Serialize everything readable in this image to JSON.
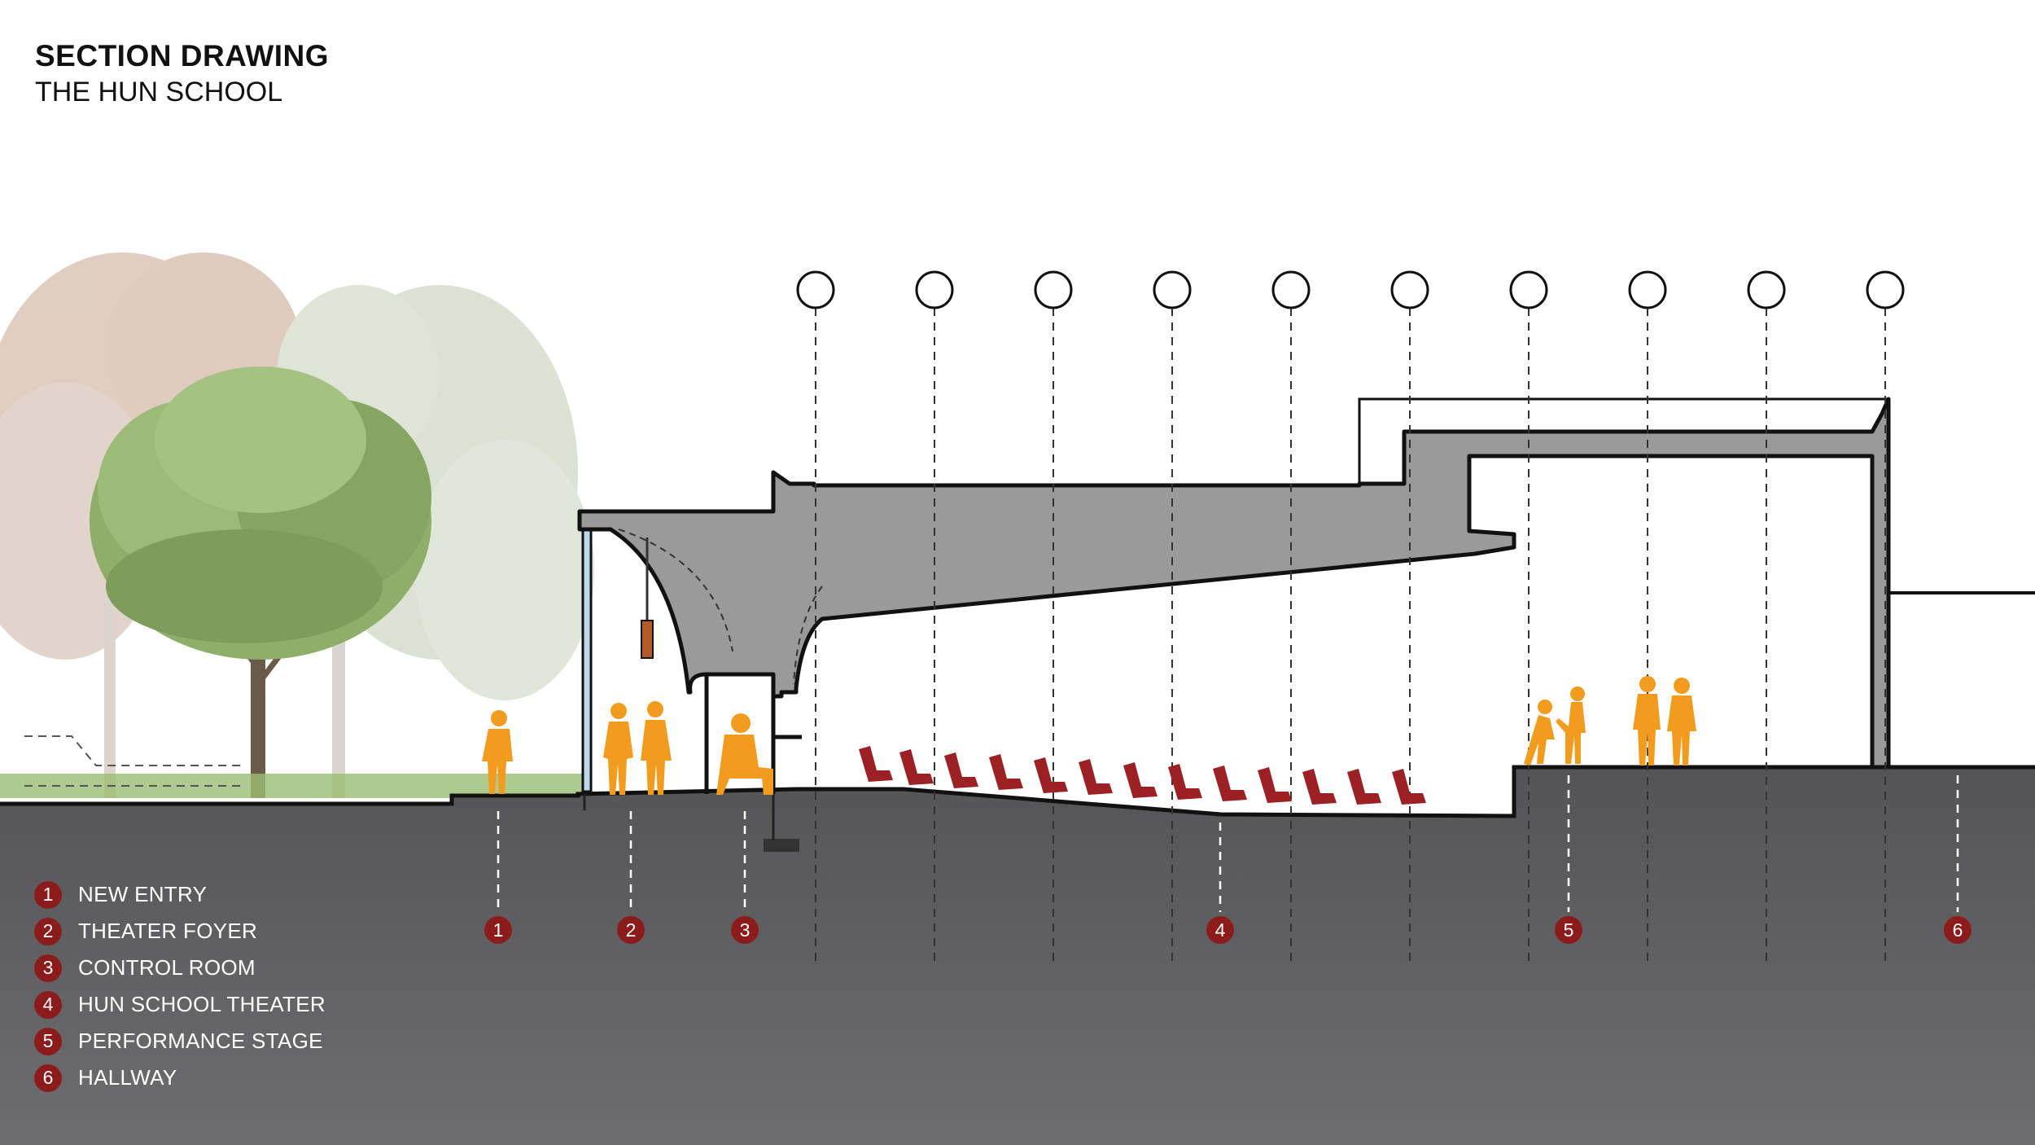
{
  "header": {
    "title": "SECTION DRAWING",
    "subtitle": "THE HUN SCHOOL"
  },
  "legend": {
    "items": [
      {
        "number": "1",
        "label": "NEW ENTRY"
      },
      {
        "number": "2",
        "label": "THEATER FOYER"
      },
      {
        "number": "3",
        "label": "CONTROL ROOM"
      },
      {
        "number": "4",
        "label": "HUN SCHOOL THEATER"
      },
      {
        "number": "5",
        "label": "PERFORMANCE STAGE"
      },
      {
        "number": "6",
        "label": "HALLWAY"
      }
    ]
  },
  "markers": [
    "1",
    "2",
    "3",
    "4",
    "5",
    "6"
  ],
  "colors": {
    "ground": "#5f5f61",
    "structure": "#9a9a9a",
    "marker": "#8c1c1c",
    "people": "#f29c1f",
    "seats": "#9b2124",
    "glass": "#bcd9ea"
  }
}
